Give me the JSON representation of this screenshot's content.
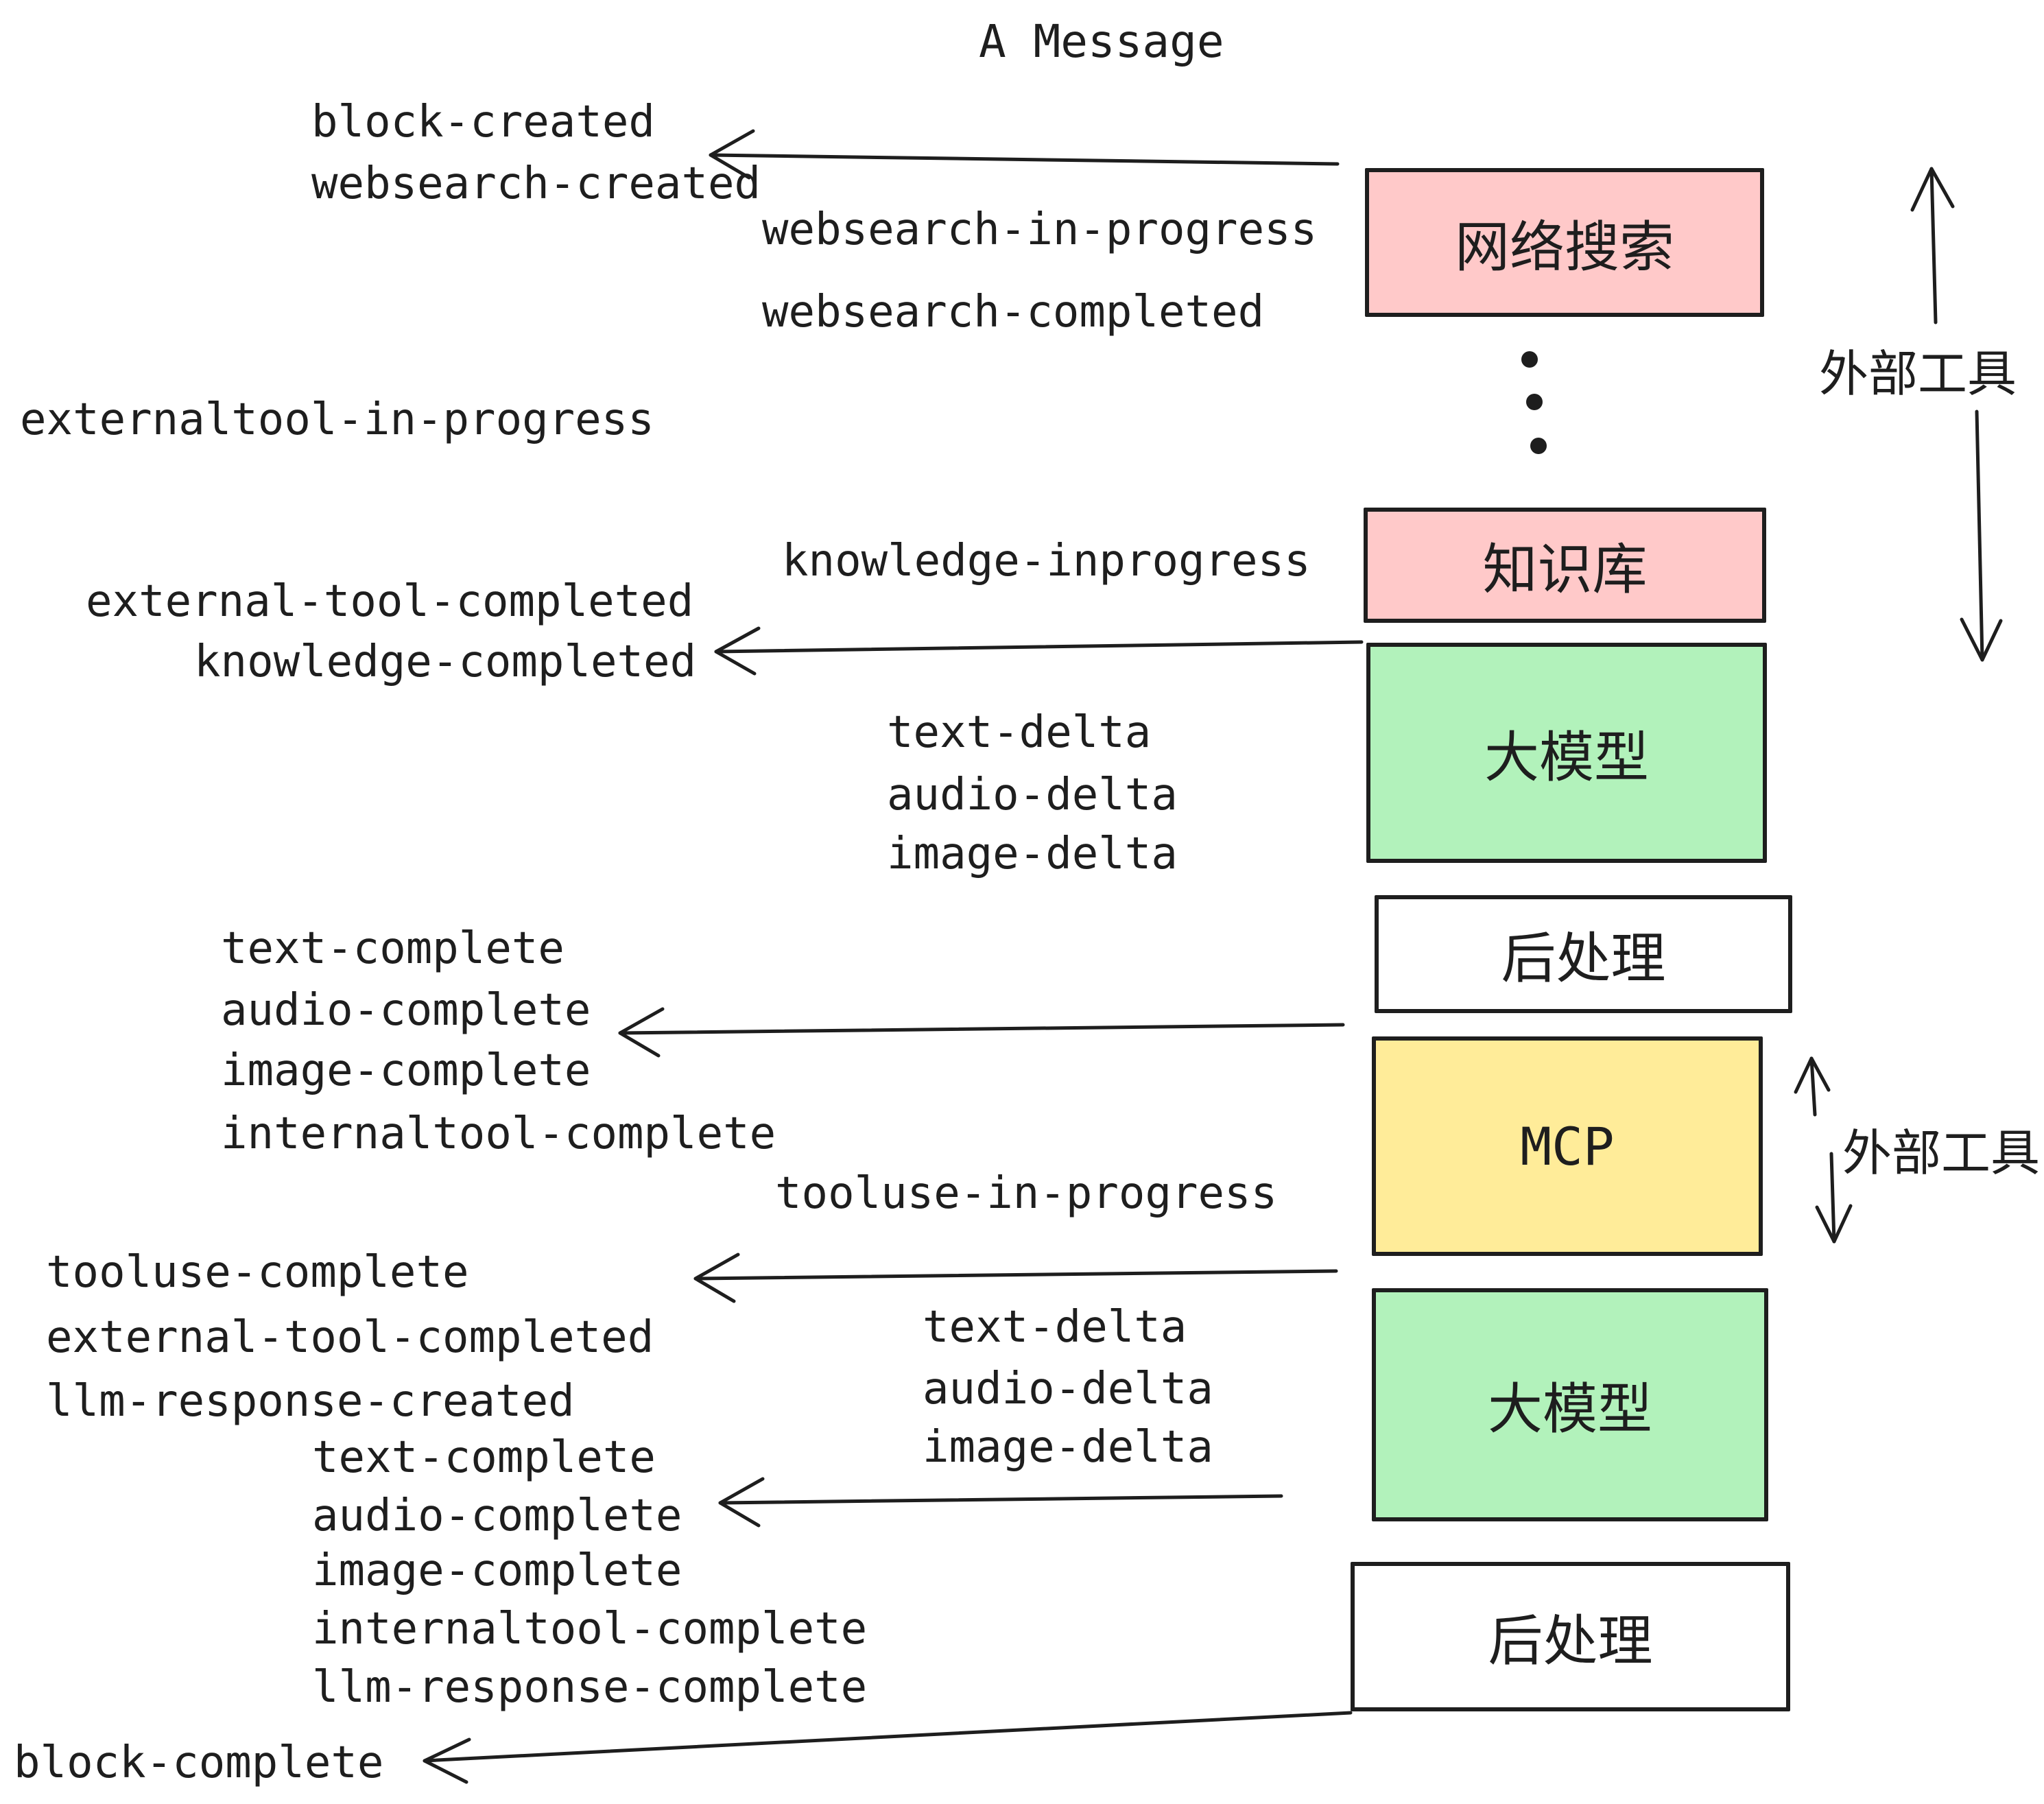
{
  "title": "A Message",
  "colors": {
    "ink": "#1e1e1e",
    "pink": "#ffc9c9",
    "green": "#b2f2bb",
    "yellow": "#ffec99",
    "white": "#ffffff"
  },
  "boxes": {
    "websearch": "网络搜索",
    "knowledge": "知识库",
    "llm1": "大模型",
    "post1": "后处理",
    "mcp": "MCP",
    "llm2": "大模型",
    "post2": "后处理"
  },
  "side_labels": {
    "external_tools_top": "外部工具",
    "external_tools_mid": "外部工具"
  },
  "events": {
    "block_created": "block-created",
    "websearch_created": "websearch-created",
    "websearch_in_progress": "websearch-in-progress",
    "websearch_completed": "websearch-completed",
    "externaltool_in_progress": "externaltool-in-progress",
    "knowledge_inprogress": "knowledge-inprogress",
    "external_tool_completed": "external-tool-completed",
    "knowledge_completed": "knowledge-completed",
    "text_delta": "text-delta",
    "audio_delta": "audio-delta",
    "image_delta": "image-delta",
    "text_complete": "text-complete",
    "audio_complete": "audio-complete",
    "image_complete": "image-complete",
    "internaltool_complete": "internaltool-complete",
    "tooluse_in_progress": "tooluse-in-progress",
    "tooluse_complete": "tooluse-complete",
    "llm_response_created": "llm-response-created",
    "llm_response_complete": "llm-response-complete",
    "block_complete": "block-complete"
  }
}
